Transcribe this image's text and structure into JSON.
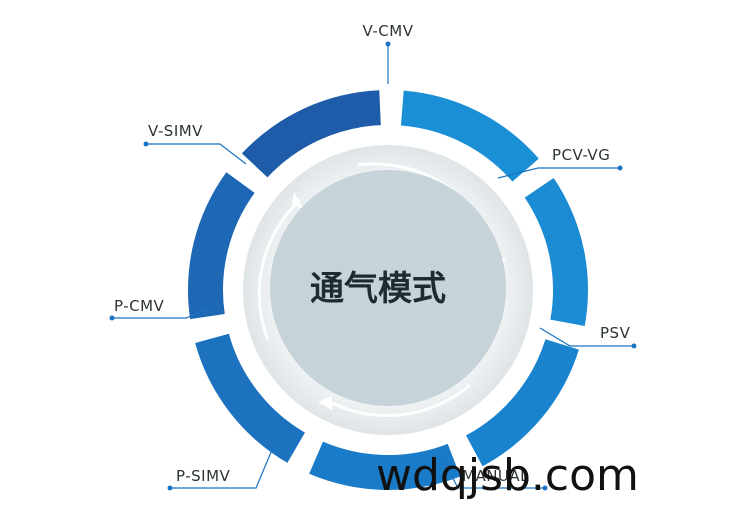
{
  "diagram": {
    "center_title": "通气模式",
    "modes": [
      "V-CMV",
      "PCV-VG",
      "PSV",
      "MANUAL",
      "P-SIMV",
      "P-CMV",
      "V-SIMV"
    ],
    "colors": {
      "segment_dark": "#1d5ba8",
      "segment_light": "#1b8fd6",
      "center_fill": "#c9d6dc",
      "ring_fill": "#eef1f3",
      "arrow": "#ffffff",
      "leader": "#1b73c2",
      "text": "#2d3436"
    }
  },
  "watermark": "wdqjsb.com"
}
